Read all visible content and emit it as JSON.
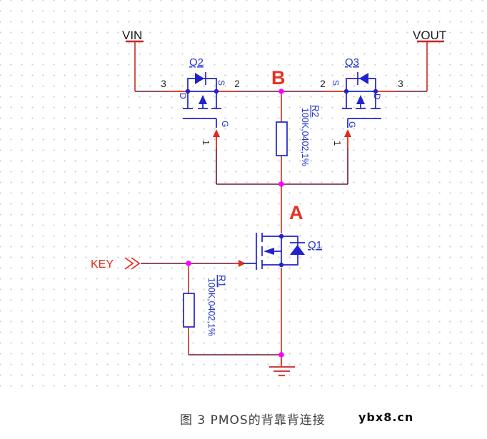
{
  "ports": {
    "vin": "VIN",
    "vout": "VOUT",
    "key": "KEY"
  },
  "nets": {
    "a": "A",
    "b": "B"
  },
  "transistors": {
    "q2": {
      "designator": "Q2",
      "pin_drain": "3",
      "pin_source": "2",
      "pin_gate": "1",
      "term_d": "D",
      "term_s": "S",
      "term_g": "G"
    },
    "q3": {
      "designator": "Q3",
      "pin_drain": "3",
      "pin_source": "2",
      "pin_gate": "1",
      "term_d": "D",
      "term_s": "S",
      "term_g": "G"
    },
    "q1": {
      "designator": "Q1"
    }
  },
  "resistors": {
    "r1": {
      "designator": "R1",
      "value": "100K,0402,1%"
    },
    "r2": {
      "designator": "R2",
      "value": "100K,0402,1%"
    }
  },
  "caption": {
    "figure": "图 3 PMOS的背靠背连接",
    "watermark": "ybx8.cn"
  },
  "colors": {
    "wire": "#6d1630",
    "wire_vertical": "#c22f21",
    "pin_red": "#e02a1a",
    "symbol_blue": "#2222cc",
    "junction_magenta": "#ff00ff",
    "net_label_red": "#e8301f",
    "power_red": "#cc2222",
    "ground_red": "#cf4545"
  }
}
